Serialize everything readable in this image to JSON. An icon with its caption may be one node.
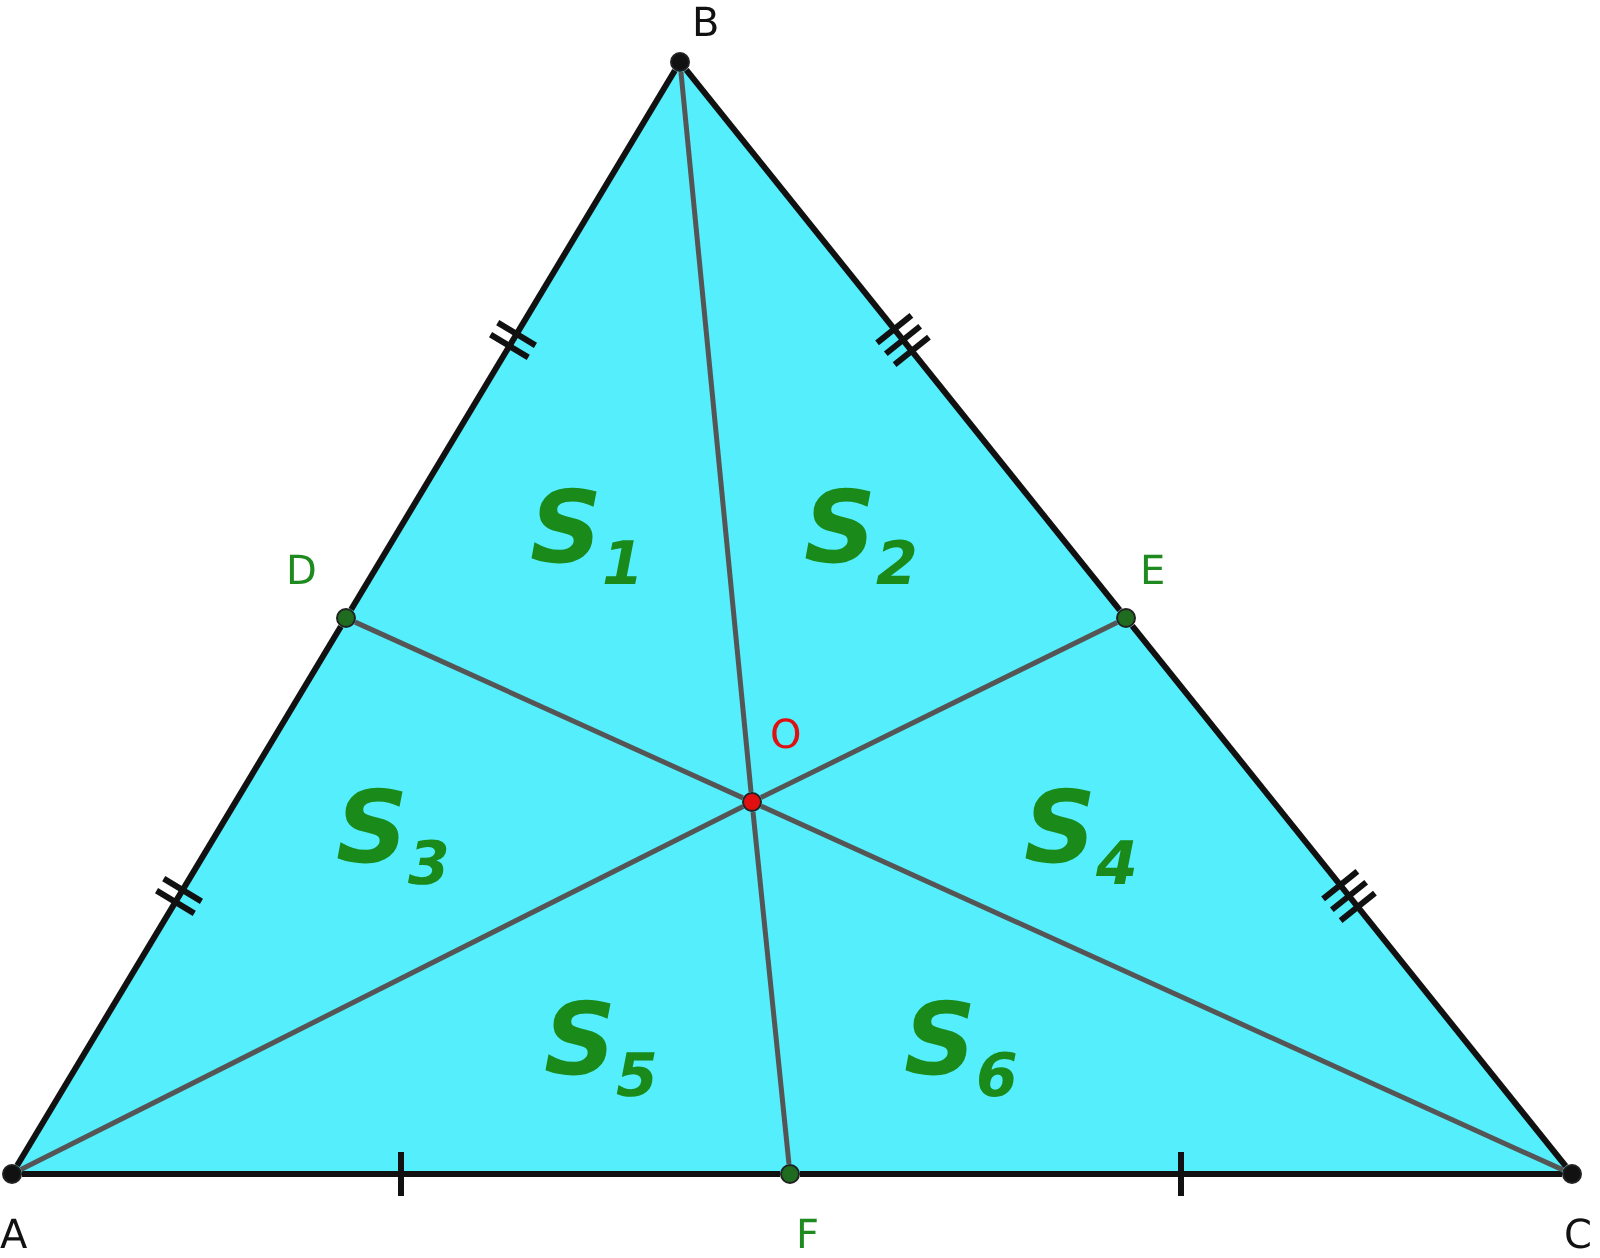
{
  "diagram": {
    "nodes": [
      {
        "text": [],
        "shape": "circle",
        "beside": [
          "A"
        ]
      },
      {
        "text": [],
        "shape": "circle",
        "beside": [
          "B"
        ]
      },
      {
        "text": [],
        "shape": "circle",
        "beside": [
          "C"
        ]
      },
      {
        "text": [],
        "shape": "circle",
        "beside": [
          "D"
        ]
      },
      {
        "text": [],
        "shape": "circle",
        "beside": [
          "E"
        ]
      },
      {
        "text": [],
        "shape": "circle",
        "beside": [
          "F"
        ]
      },
      {
        "text": [],
        "shape": "circle",
        "beside": [
          "O"
        ]
      }
    ],
    "edges": [
      {
        "from": 0,
        "to": 3,
        "arrow": "none"
      },
      {
        "from": 3,
        "to": 1,
        "arrow": "none"
      },
      {
        "from": 1,
        "to": 4,
        "arrow": "none"
      },
      {
        "from": 4,
        "to": 2,
        "arrow": "none"
      },
      {
        "from": 2,
        "to": 5,
        "arrow": "none"
      },
      {
        "from": 5,
        "to": 0,
        "arrow": "none"
      },
      {
        "from": 1,
        "to": 6,
        "arrow": "none",
        "color": "#555555"
      },
      {
        "from": 6,
        "to": 5,
        "arrow": "none",
        "color": "#555555"
      },
      {
        "from": 0,
        "to": 6,
        "arrow": "none",
        "color": "#555555"
      },
      {
        "from": 6,
        "to": 4,
        "arrow": "none",
        "color": "#555555"
      },
      {
        "from": 2,
        "to": 6,
        "arrow": "none",
        "color": "#555555"
      },
      {
        "from": 6,
        "to": 3,
        "arrow": "none",
        "color": "#555555"
      }
    ],
    "labels": [
      "S$_{1}$",
      "S$_{2}$",
      "S$_{3}$",
      "S$_{4}$",
      "S$_{5}$",
      "S$_{6}$"
    ]
  }
}
